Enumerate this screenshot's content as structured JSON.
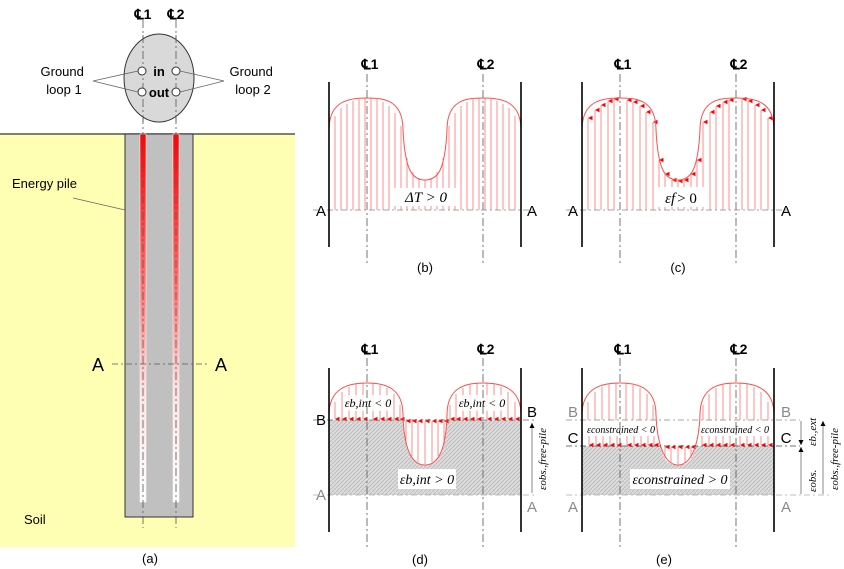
{
  "figure": {
    "panels": {
      "a": {
        "caption": "(a)",
        "centerline_1": "℄1",
        "centerline_2": "℄2",
        "ground_loop_1": [
          "Ground",
          "loop 1"
        ],
        "ground_loop_2": [
          "Ground",
          "loop 2"
        ],
        "pipe_in": "in",
        "pipe_out": "out",
        "energy_pile": "Energy pile",
        "section_left": "A",
        "section_right": "A",
        "soil": "Soil"
      },
      "b": {
        "caption": "(b)",
        "centerline_1": "℄1",
        "centerline_2": "℄2",
        "line_left": "A",
        "line_right": "A",
        "expression": "ΔT > 0"
      },
      "c": {
        "caption": "(c)",
        "centerline_1": "℄1",
        "centerline_2": "℄2",
        "line_left": "A",
        "line_right": "A",
        "expression_symbol": "εf",
        "expression_rel": "> 0"
      },
      "d": {
        "caption": "(d)",
        "centerline_1": "℄1",
        "centerline_2": "℄2",
        "line_b_left": "B",
        "line_b_right": "B",
        "line_a_left": "A",
        "line_a_right": "A",
        "expr_left": "εb,int < 0",
        "expr_right": "εb,int < 0",
        "expr_bottom": "εb,int > 0",
        "dimension_label": "εobs.,free-pile"
      },
      "e": {
        "caption": "(e)",
        "centerline_1": "℄1",
        "centerline_2": "℄2",
        "line_b_left": "B",
        "line_b_right": "B",
        "line_c_left": "C",
        "line_c_right": "C",
        "line_a_left": "A",
        "line_a_right": "A",
        "expr_left": "εconstrained < 0",
        "expr_right": "εconstrained < 0",
        "expr_bottom": "εconstrained > 0",
        "dim_ext": "εb.,ext",
        "dim_obs": "εobs.",
        "dim_free": "εobs.,free-pile"
      }
    },
    "colors": {
      "soil": "#ffffb3",
      "pile": "#c0c0c0",
      "header": "#d9d9d9",
      "curve": "#ff4d4d",
      "hatch_fill": "#d8d8d8",
      "wall": "#000000",
      "centerline": "#555555",
      "faded_label": "#8a8a8a"
    }
  }
}
